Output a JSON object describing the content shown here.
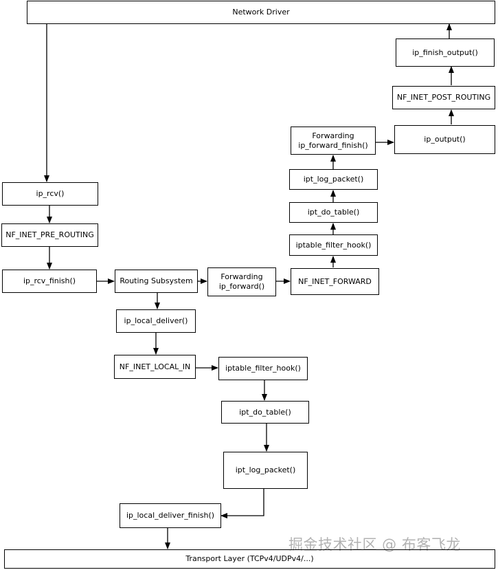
{
  "nodes": {
    "network_driver": "Network Driver",
    "ip_rcv": "ip_rcv()",
    "pre_routing": "NF_INET_PRE_ROUTING",
    "ip_rcv_finish": "ip_rcv_finish()",
    "routing": "Routing Subsystem",
    "forwarding": {
      "line1": "Forwarding",
      "line2": "ip_forward()"
    },
    "nf_forward": "NF_INET_FORWARD",
    "fwd_hook": "iptable_filter_hook()",
    "fwd_do_table": "ipt_do_table()",
    "fwd_log": "ipt_log_packet()",
    "fwd_finish": {
      "line1": "Forwarding",
      "line2": "ip_forward_finish()"
    },
    "ip_output": "ip_output()",
    "post_routing": "NF_INET_POST_ROUTING",
    "ip_finish_output": "ip_finish_output()",
    "local_deliver": "ip_local_deliver()",
    "local_in": "NF_INET_LOCAL_IN",
    "in_hook": "iptable_filter_hook()",
    "in_do_table": "ipt_do_table()",
    "in_log": "ipt_log_packet()",
    "local_deliver_finish": "ip_local_deliver_finish()",
    "transport": "Transport Layer (TCPv4/UDPv4/...)"
  },
  "watermark": "掘金技术社区 @ 布客飞龙",
  "edges": [
    [
      "network_driver",
      "ip_rcv"
    ],
    [
      "ip_rcv",
      "pre_routing"
    ],
    [
      "pre_routing",
      "ip_rcv_finish"
    ],
    [
      "ip_rcv_finish",
      "routing"
    ],
    [
      "routing",
      "forwarding"
    ],
    [
      "forwarding",
      "nf_forward"
    ],
    [
      "nf_forward",
      "fwd_hook"
    ],
    [
      "fwd_hook",
      "fwd_do_table"
    ],
    [
      "fwd_do_table",
      "fwd_log"
    ],
    [
      "fwd_log",
      "fwd_finish"
    ],
    [
      "fwd_finish",
      "ip_output"
    ],
    [
      "ip_output",
      "post_routing"
    ],
    [
      "post_routing",
      "ip_finish_output"
    ],
    [
      "ip_finish_output",
      "network_driver"
    ],
    [
      "routing",
      "local_deliver"
    ],
    [
      "local_deliver",
      "local_in"
    ],
    [
      "local_in",
      "in_hook"
    ],
    [
      "in_hook",
      "in_do_table"
    ],
    [
      "in_do_table",
      "in_log"
    ],
    [
      "in_log",
      "local_deliver_finish"
    ],
    [
      "local_deliver_finish",
      "transport"
    ]
  ]
}
